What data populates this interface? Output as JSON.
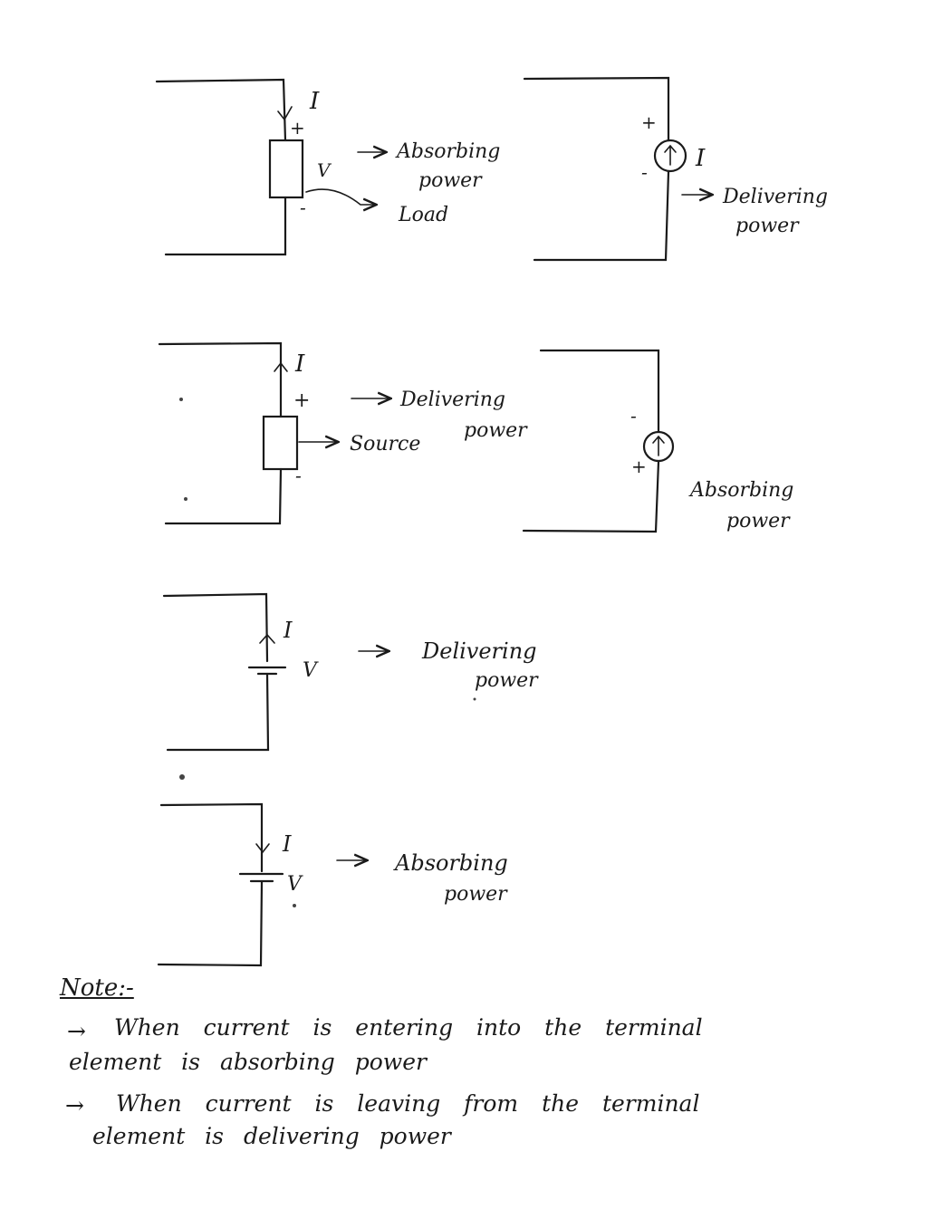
{
  "diagrams": {
    "c1": {
      "current": "I",
      "plus": "+",
      "minus": "-",
      "voltage": "V",
      "arrow_label_1": "Absorbing",
      "arrow_label_2": "power",
      "component_label": "Load"
    },
    "c2": {
      "current": "I",
      "plus": "+",
      "minus": "-",
      "arrow_label_1": "Delivering",
      "arrow_label_2": "power"
    },
    "c3": {
      "current": "I",
      "plus": "+",
      "minus": "-",
      "arrow_label_1": "Delivering",
      "arrow_label_2": "power",
      "component_label": "Source"
    },
    "c4": {
      "plus": "+",
      "minus": "-",
      "label_1": "Absorbing",
      "label_2": "power"
    },
    "c5": {
      "current": "I",
      "voltage": "V",
      "arrow_label_1": "Delivering",
      "arrow_label_2": "power"
    },
    "c6": {
      "current": "I",
      "voltage": "V",
      "arrow_label_1": "Absorbing",
      "arrow_label_2": "power"
    }
  },
  "note": {
    "heading": "Note:-",
    "line1_arrow": "→",
    "line1a": "When current is entering into the terminal",
    "line1b": "element is absorbing power",
    "line2_arrow": "→",
    "line2a": "When current is leaving from the terminal",
    "line2b": "element is delivering power"
  }
}
